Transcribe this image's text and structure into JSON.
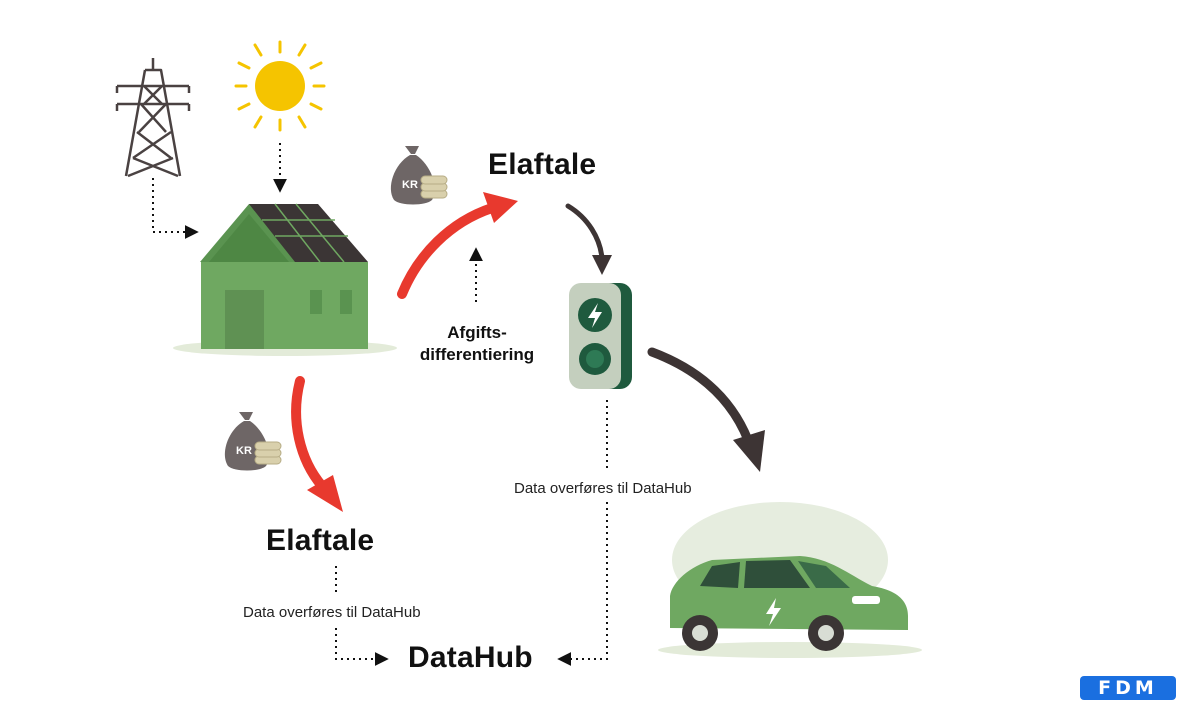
{
  "labels": {
    "elaftale_top": "Elaftale",
    "elaftale_bottom": "Elaftale",
    "afgifts_line1": "Afgifts-",
    "afgifts_line2": "differentiering",
    "data_right": "Data overføres til DataHub",
    "data_left": "Data overføres til DataHub",
    "datahub": "DataHub"
  },
  "moneybag_text": "KR",
  "logo_text": "FDM",
  "colors": {
    "red_arrow": "#e8392e",
    "dark_arrow": "#3d3434",
    "house_green": "#6fa861",
    "charger_dark": "#1f5a3e",
    "sun": "#f5c400",
    "logo_blue": "#1a6fe0"
  }
}
